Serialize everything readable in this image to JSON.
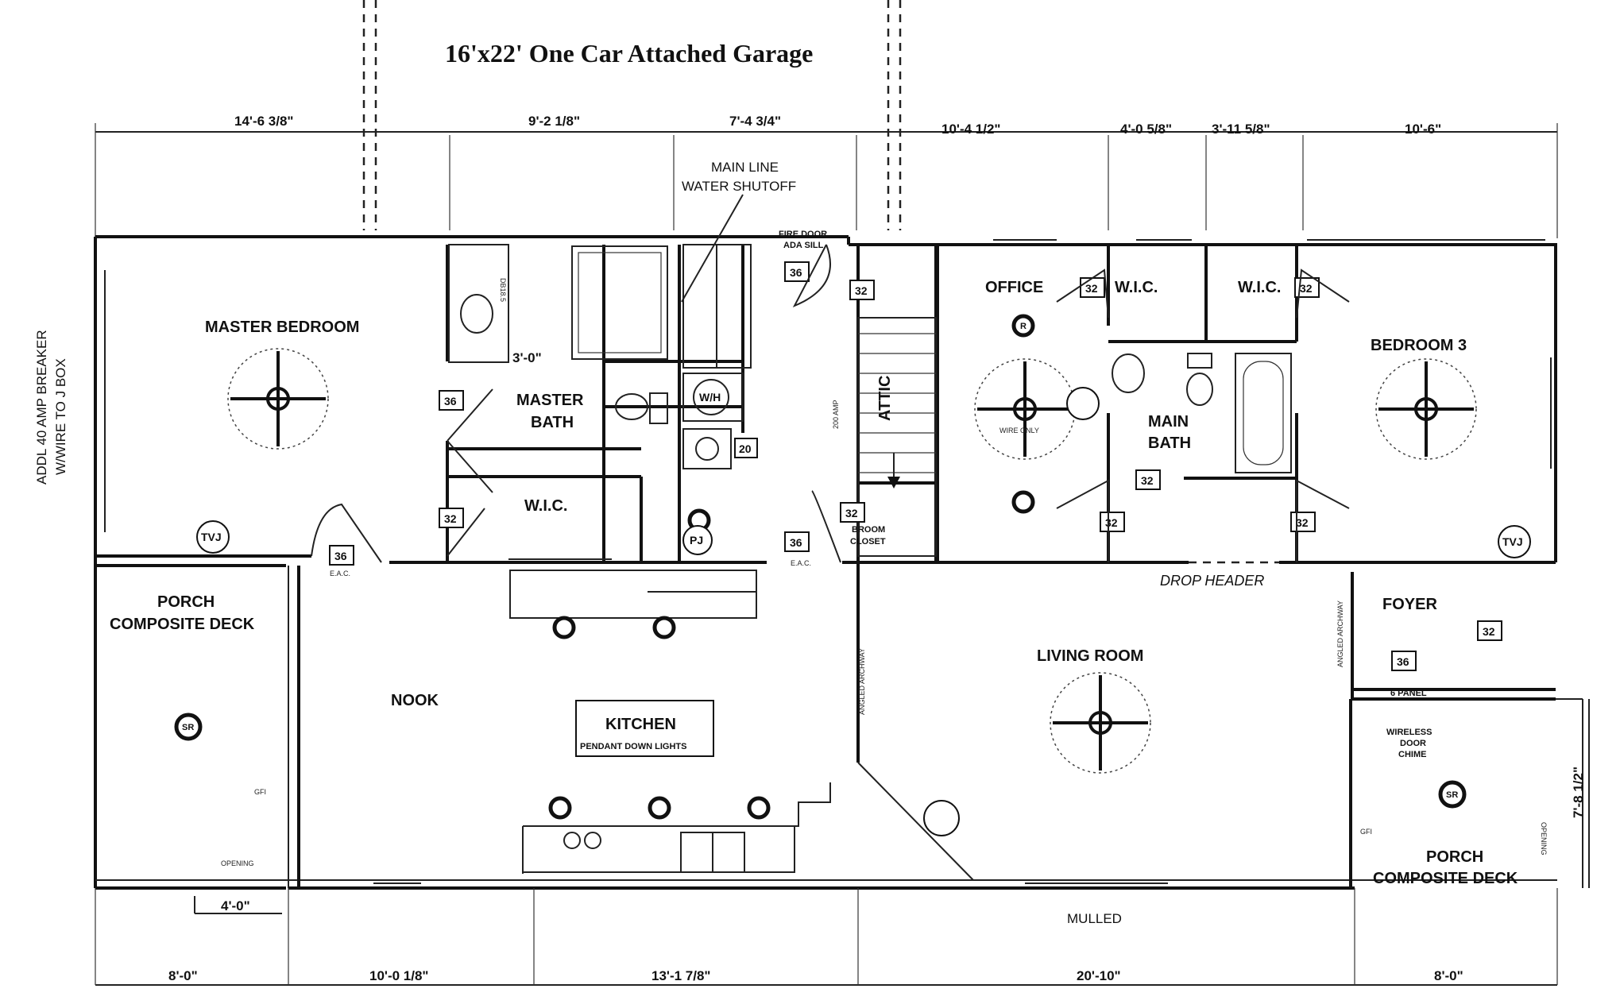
{
  "title": "16'x22' One Car Attached Garage",
  "dimensions": {
    "top": [
      "14'-6 3/8\"",
      "9'-2 1/8\"",
      "7'-4 3/4\"",
      "10'-4 1/2\"",
      "4'-0 5/8\"",
      "3'-11 5/8\"",
      "10'-6\""
    ],
    "bottom": [
      "8'-0\"",
      "10'-0 1/8\"",
      "13'-1 7/8\"",
      "20'-10\"",
      "8'-0\""
    ],
    "porch_step": "4'-0\"",
    "right_side": "7'-8 1/2\"",
    "bath_inner": "3'-0\""
  },
  "rooms": {
    "master_bedroom": "MASTER BEDROOM",
    "master_bath_1": "MASTER",
    "master_bath_2": "BATH",
    "wic": "W.I.C.",
    "wic_2": "W.I.C.",
    "wic_3": "W.I.C.",
    "office": "OFFICE",
    "main_bath_1": "MAIN",
    "main_bath_2": "BATH",
    "bedroom3": "BEDROOM 3",
    "attic": "ATTIC",
    "living_room": "LIVING ROOM",
    "foyer": "FOYER",
    "nook": "NOOK",
    "kitchen": "KITCHEN",
    "kitchen_sub": "PENDANT DOWN LIGHTS",
    "porch_left_1": "PORCH",
    "porch_left_2": "COMPOSITE DECK",
    "porch_right_1": "PORCH",
    "porch_right_2": "COMPOSITE DECK"
  },
  "notes": {
    "main_line_1": "MAIN LINE",
    "main_line_2": "WATER SHUTOFF",
    "fire_door_1": "FIRE DOOR",
    "fire_door_2": "ADA SILL",
    "breaker_1": "ADDL 40 AMP BREAKER",
    "breaker_2": "W/WIRE TO J BOX",
    "drop_header": "DROP HEADER",
    "mulled": "MULLED",
    "broom_1": "BROOM",
    "broom_2": "CLOSET",
    "chime_1": "WIRELESS",
    "chime_2": "DOOR",
    "chime_3": "CHIME",
    "six_panel": "6 PANEL",
    "wh": "W/H",
    "pj": "PJ",
    "tvj": "TVJ",
    "r": "R",
    "sr": "SR",
    "db": "DB18.5",
    "amp200": "200 AMP",
    "wire_only": "WIRE ONLY",
    "gfi": "GFI",
    "opening": "OPENING",
    "eac": "E.A.C.",
    "angled_archway": "ANGLED ARCHWAY"
  },
  "door_sizes": {
    "d36": "36",
    "d32": "32",
    "d20": "20"
  }
}
